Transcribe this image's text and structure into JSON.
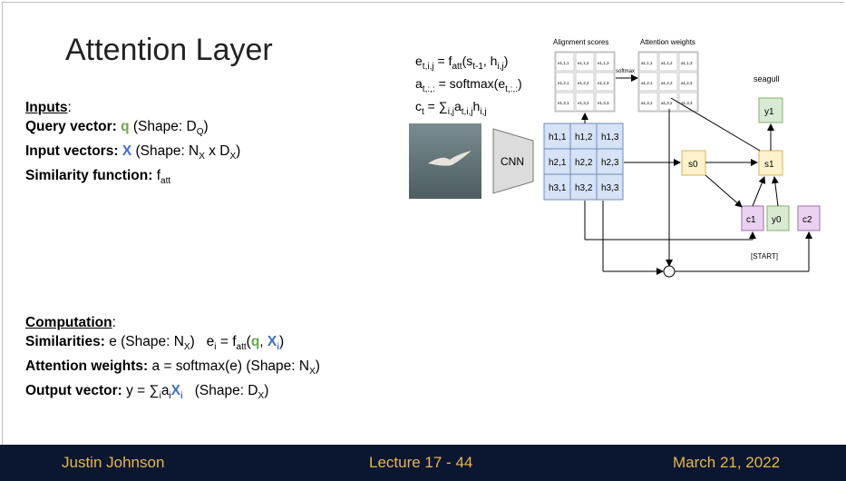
{
  "slide": {
    "title": "Attention Layer",
    "inputs_heading": "Inputs",
    "query_label": "Query vector",
    "query_var": "q",
    "query_shape_pre": " (Shape: D",
    "query_shape_sub": "Q",
    "input_label": "Input vectors",
    "input_var": "X",
    "input_shape_pre": " (Shape: N",
    "input_shape_sub1": "X",
    "input_shape_mid": " x D",
    "input_shape_sub2": "X",
    "sim_label": "Similarity function",
    "sim_var": "f",
    "sim_sub": "att",
    "computation_heading": "Computation",
    "similarities_label": "Similarities",
    "attn_label": "Attention weights",
    "attn_formula": "a = softmax(e)  (Shape: N",
    "attn_sub": "X",
    "output_label": "Output vector"
  },
  "diagram": {
    "alignment_label": "Alignment scores",
    "attention_label": "Attention weights",
    "softmax_label": "softmax",
    "seagull_label": "seagull",
    "cnn_label": "CNN",
    "start_label": "[START]",
    "e_cells": [
      "e1,1,1",
      "e1,1,2",
      "e1,1,3",
      "e1,2,1",
      "e1,2,2",
      "e1,2,3",
      "e1,3,1",
      "e1,3,2",
      "e1,3,3"
    ],
    "a_cells": [
      "a1,1,1",
      "a1,1,2",
      "a1,1,3",
      "a1,2,1",
      "a1,2,2",
      "a1,2,3",
      "a1,3,1",
      "a1,3,2",
      "a1,3,3"
    ],
    "h_cells": [
      "h1,1",
      "h1,2",
      "h1,3",
      "h2,1",
      "h2,2",
      "h2,3",
      "h3,1",
      "h3,2",
      "h3,3"
    ],
    "s0": "s0",
    "s1": "s1",
    "y1": "y1",
    "c1": "c1",
    "y0": "y0",
    "c2": "c2"
  },
  "footer": {
    "author": "Justin Johnson",
    "lecture": "Lecture 17 -   44",
    "date": "March 21, 2022"
  },
  "colors": {
    "footer_bg": "#0b1730",
    "footer_text": "#e8b64c",
    "query_green": "#6aa84f",
    "input_blue": "#3d6fd1",
    "h_fill": "#d6e2f5",
    "s_fill": "#fff2cc",
    "c_fill": "#ead1f0",
    "y_fill": "#d9ead3"
  }
}
